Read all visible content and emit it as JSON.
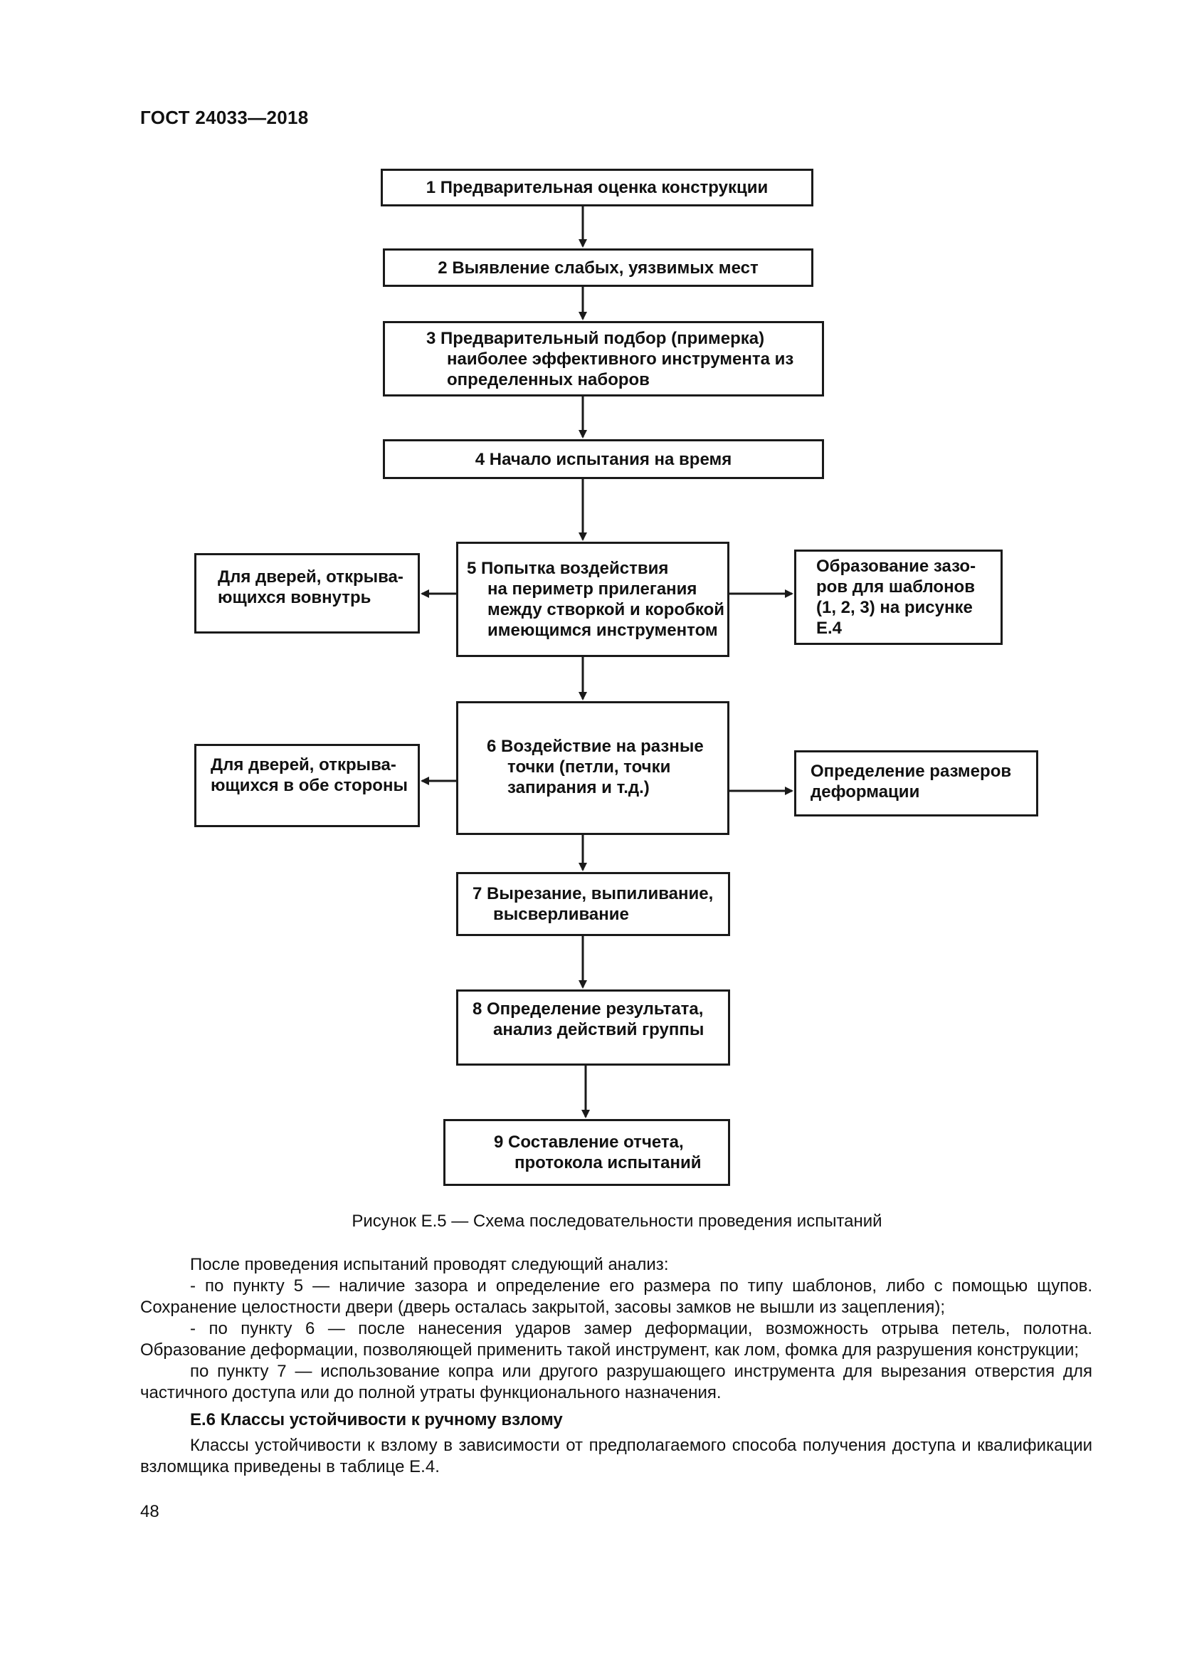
{
  "header": {
    "doc_number": "ГОСТ 24033—2018"
  },
  "flowchart": {
    "step1": [
      "1  Предварительная оценка конструкции"
    ],
    "step2": [
      "2  Выявление слабых, уязвимых мест"
    ],
    "step3": [
      "3  Предварительный подбор (примерка)",
      "наиболее эффективного инструмента из",
      "определенных наборов"
    ],
    "step4": [
      "4  Начало  испытания на время"
    ],
    "step5": [
      "5  Попытка воздействия",
      "на периметр прилегания",
      "между створкой и коробкой",
      "имеющимся инструментом"
    ],
    "step5_left": [
      "Для дверей, открыва-",
      "ющихся вовнутрь"
    ],
    "step5_right": [
      "Образование зазо-",
      "ров для шаблонов",
      "(1, 2, 3) на рисунке",
      "Е.4"
    ],
    "step6": [
      "6  Воздействие на  разные",
      "точки (петли, точки",
      "запирания и т.д.)"
    ],
    "step6_left": [
      "Для дверей,  открыва-",
      "ющихся в обе стороны"
    ],
    "step6_right": [
      "Определение размеров",
      "деформации"
    ],
    "step7": [
      "7  Вырезание, выпиливание,",
      "высверливание"
    ],
    "step8": [
      "8  Определение результата,",
      "анализ действий группы"
    ],
    "step9": [
      "9  Составление отчета,",
      "протокола испытаний"
    ]
  },
  "caption": "Рисунок Е.5 — Схема последовательности проведения испытаний",
  "body": {
    "p1": "После проведения испытаний проводят следующий анализ:",
    "p2": "- по пункту 5 — наличие зазора и определение его размера по типу шаблонов, либо с помощью щупов. Сохранение целостности двери (дверь осталась закрытой, засовы замков не вышли из зацепления);",
    "p3": "- по пункту 6 — после нанесения ударов замер деформации, возможность отрыва петель, полотна. Образование деформации, позволяющей применить такой инструмент, как лом, фомка для разрушения конструкции;",
    "p4": "по пункту 7 — использование копра или другого разрушающего инструмента для вырезания отверстия для частичного доступа или до полной утраты функционального назначения.",
    "section_heading": "Е.6 Классы устойчивости к ручному взлому",
    "p5": "Классы устойчивости к взлому в зависимости от предполагаемого способа получения доступа и квалификации взломщика приведены в таблице Е.4."
  },
  "page_number": "48"
}
